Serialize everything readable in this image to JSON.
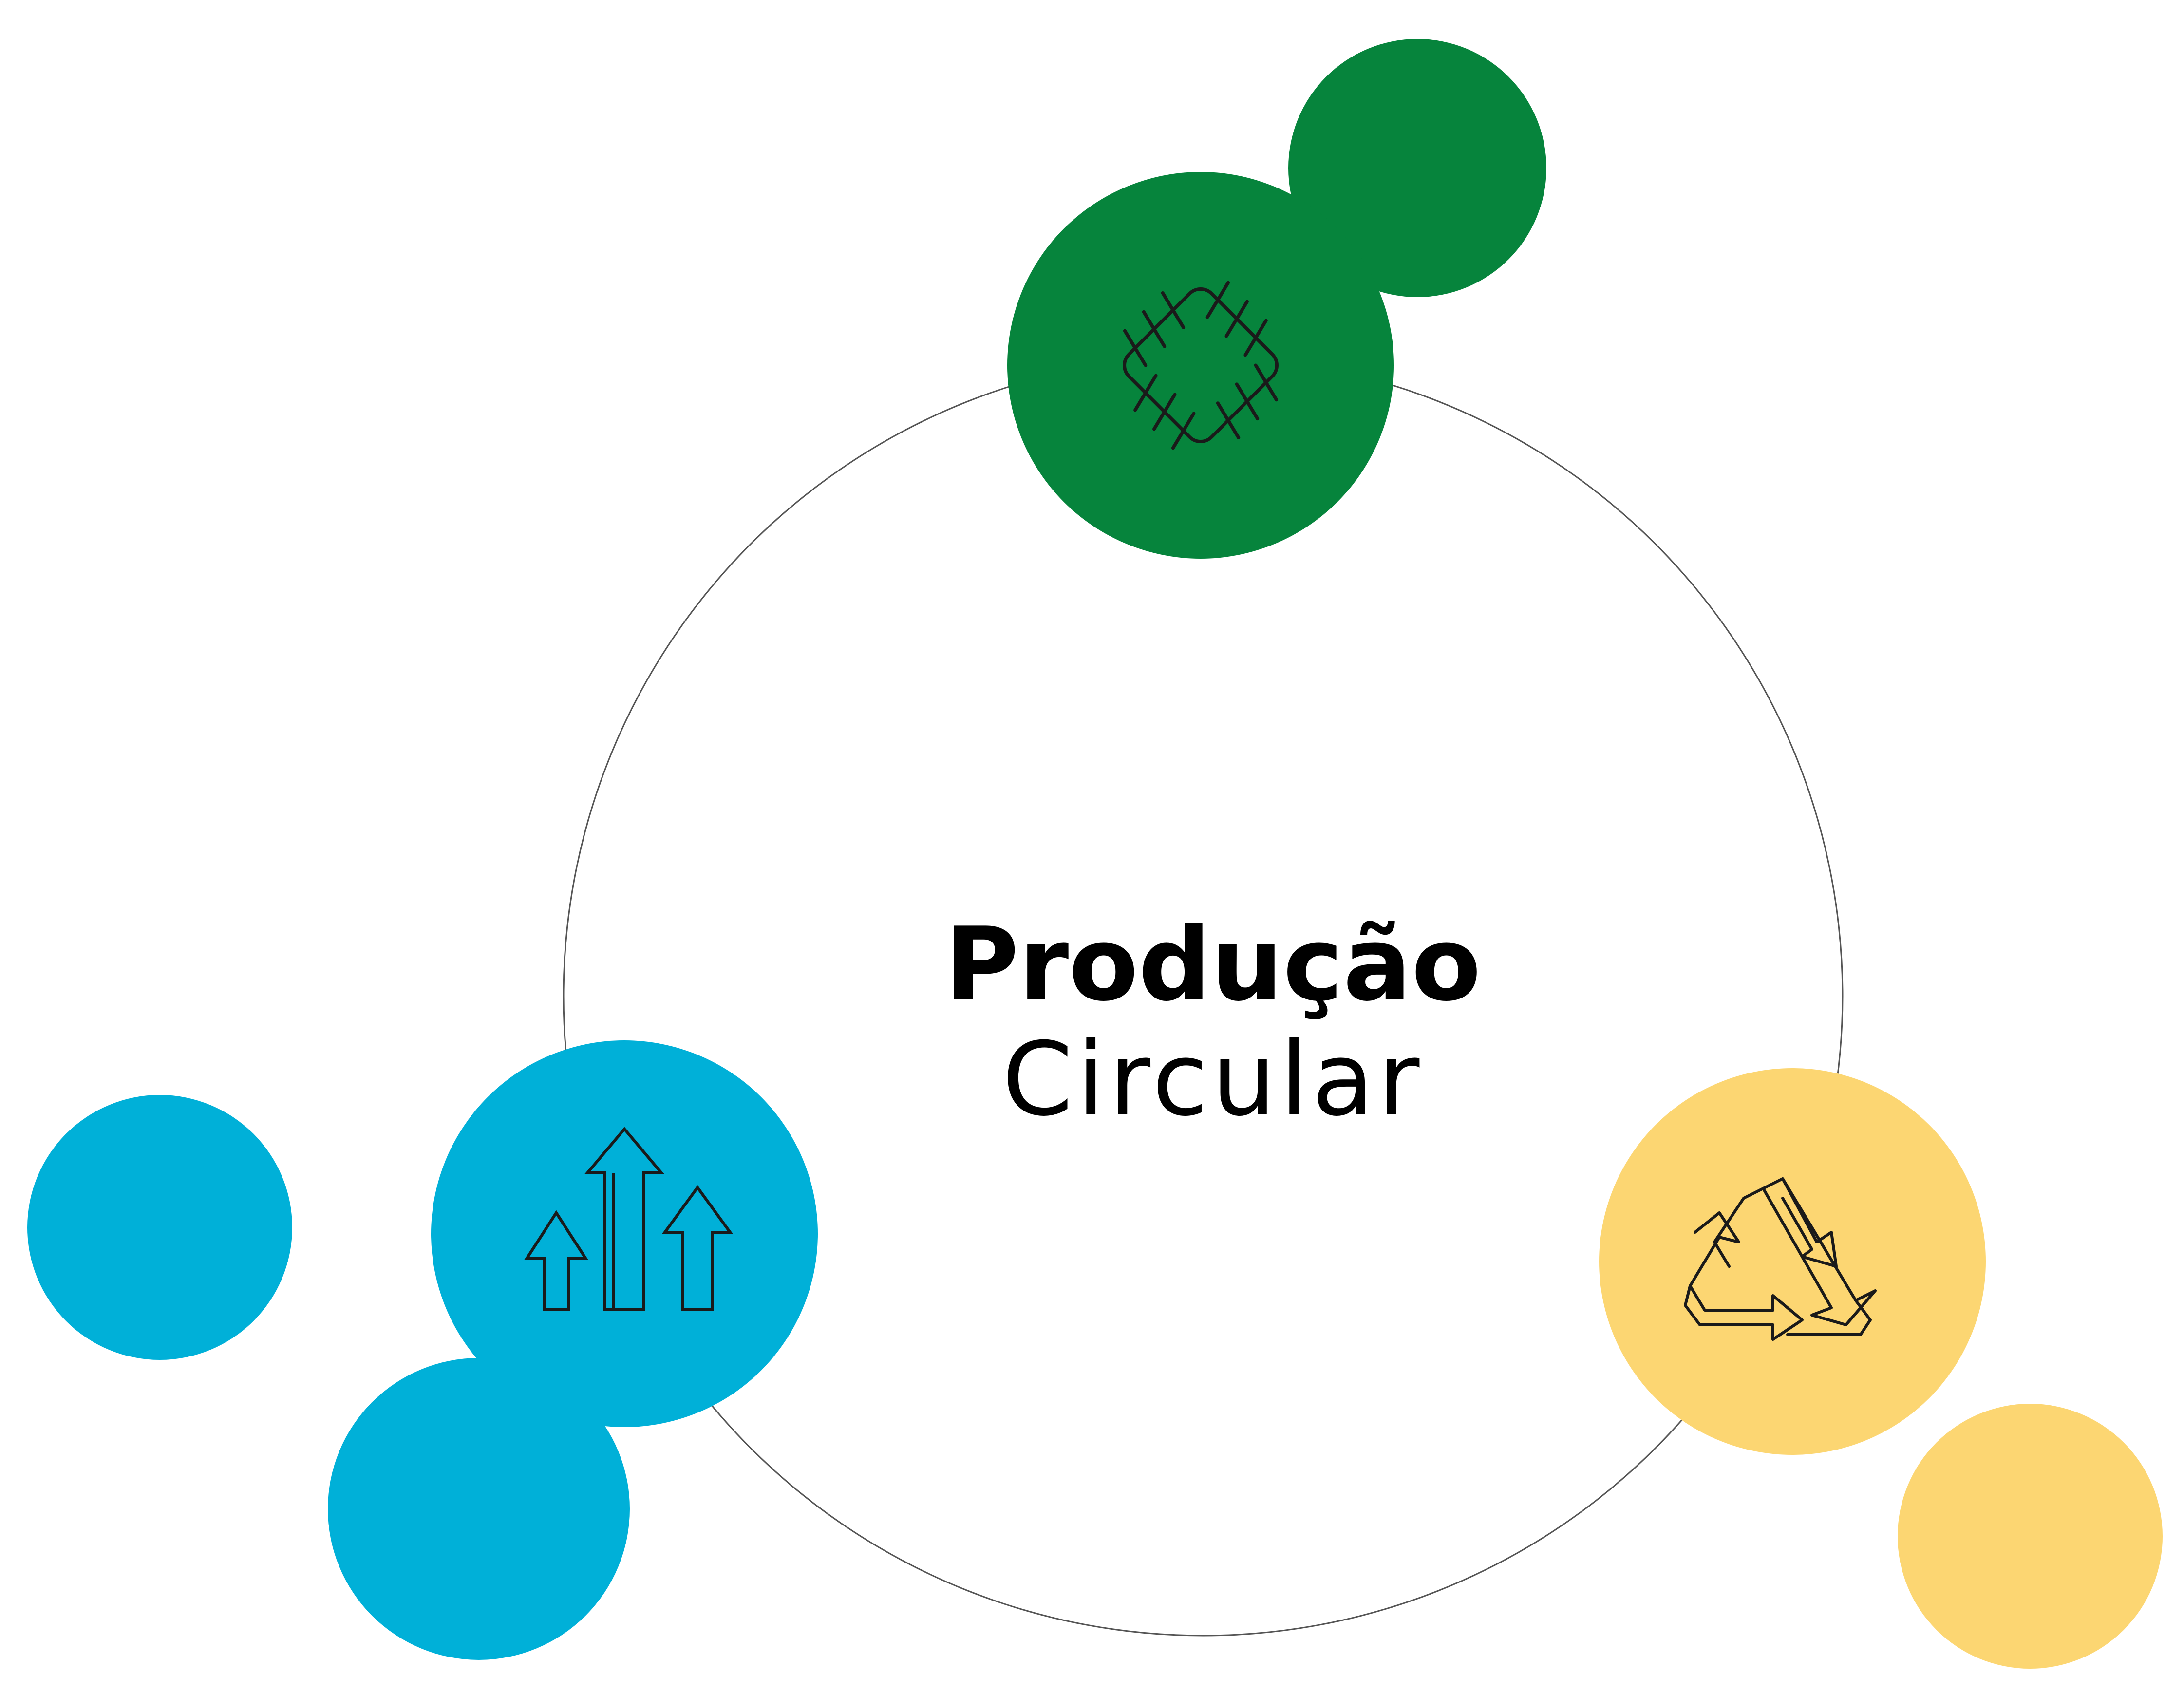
{
  "title": {
    "line1": "Produção",
    "line2": "Circular"
  },
  "colors": {
    "green": "#06843C",
    "blue": "#00B0D8",
    "yellow": "#FCD672",
    "ring": "#555555",
    "text": "#000000",
    "icon_stroke": "#1a1a1a"
  },
  "nodes": [
    {
      "name": "repair-node",
      "color": "green",
      "icon": "stitched-patch-icon"
    },
    {
      "name": "growth-node",
      "color": "blue",
      "icon": "up-arrows-icon"
    },
    {
      "name": "recycle-node",
      "color": "yellow",
      "icon": "recycle-icon"
    }
  ]
}
